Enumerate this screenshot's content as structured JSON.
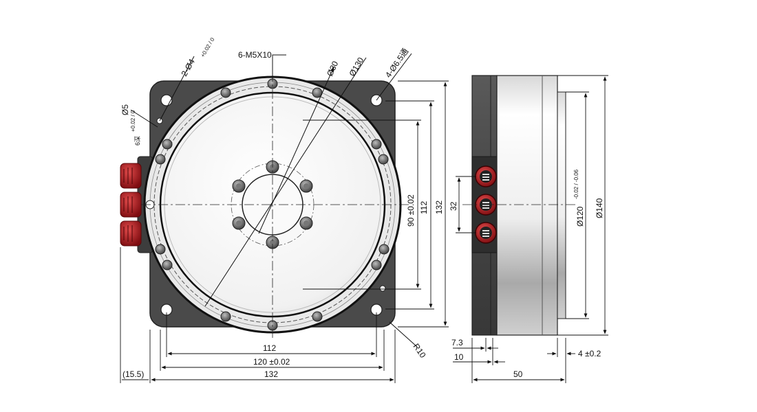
{
  "front_view": {
    "callouts": {
      "thread": "6-M5X10",
      "dowel_top": "2-Ø4",
      "dowel_top_tol": "+0.02 / 0",
      "dowel_left": "Ø5",
      "dowel_left_tol": "+0.02 / 0",
      "dowel_left_depth": "6深",
      "bore_30": "Ø30",
      "bore_130": "Ø130",
      "mount_holes": "4-Ø6.5通",
      "corner_radius": "R10"
    },
    "dimensions": {
      "height_90": "90 ±0.02",
      "height_112": "112",
      "height_132": "132",
      "width_112": "112",
      "width_120": "120 ±0.02",
      "width_132": "132",
      "offset_15_5": "(15.5)"
    }
  },
  "side_view": {
    "dimensions": {
      "connector_pitch": "32",
      "diameter_120": "Ø120",
      "diameter_120_tol": "-0.02 / -0.06",
      "diameter_140": "Ø140",
      "length_7_3": "7.3",
      "length_10": "10",
      "length_50": "50",
      "length_4": "4 ±0.2"
    }
  },
  "colors": {
    "housing": "#4a4a4a",
    "connector": "#a5161c",
    "line": "#111111"
  }
}
